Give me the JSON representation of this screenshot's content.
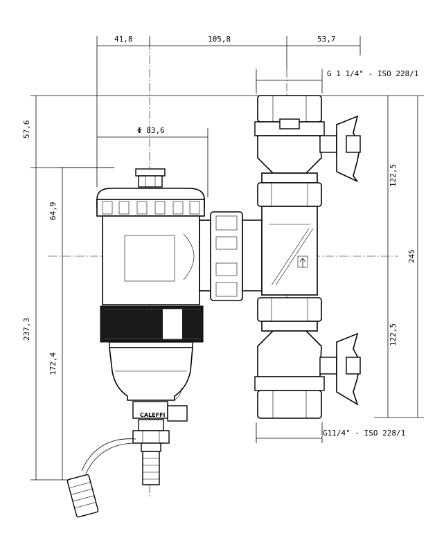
{
  "dimensions": {
    "top_left": "41,8",
    "top_middle": "105,8",
    "top_right": "53,7",
    "connection_top": "G 1 1/4\" - ISO 228/1",
    "connection_bottom": "G11/4\" - ISO 228/1",
    "left_top": "57,6",
    "diameter": "Φ 83,6",
    "left_middle": "64,9",
    "left_total": "237,3",
    "left_lower": "172,4",
    "right_upper": "122,5",
    "right_lower": "122,5",
    "right_total": "245"
  },
  "brand": "CALEFFI"
}
